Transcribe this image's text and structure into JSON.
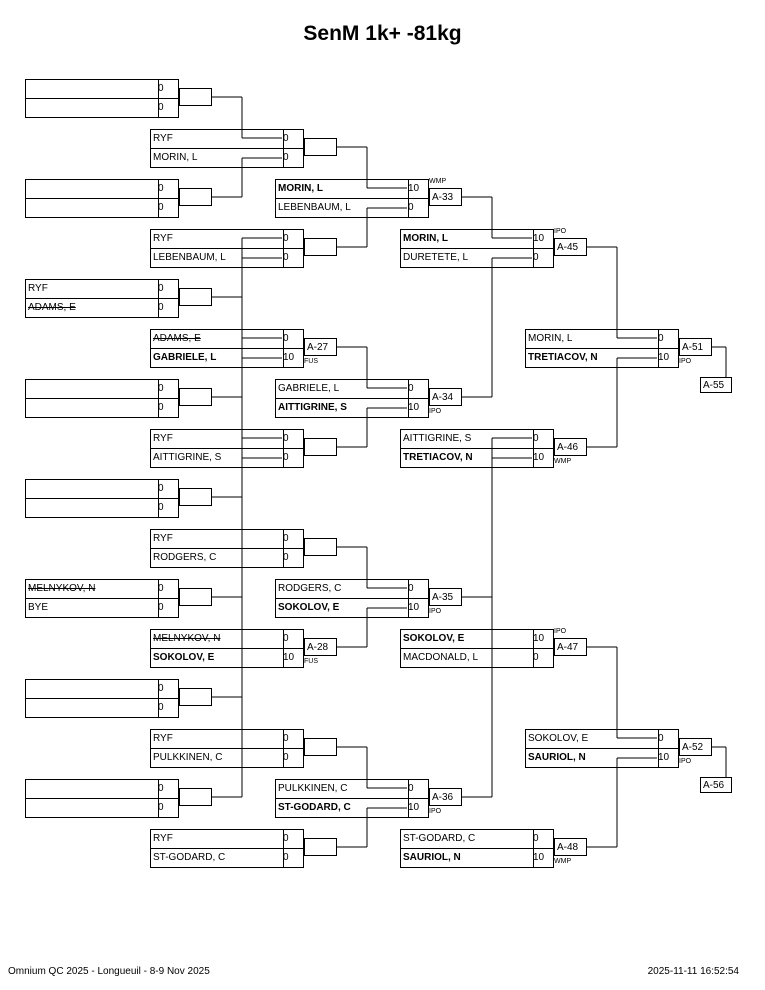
{
  "title": "SenM 1k+ -81kg",
  "footer": {
    "event": "Omnium QC 2025 - Longueuil - 8-9 Nov 2025",
    "timestamp": "2025-11-11 16:52:54"
  },
  "rounds": [
    [
      {
        "top": {
          "name": "",
          "score": "0"
        },
        "bottom": {
          "name": "",
          "score": "0"
        }
      },
      {
        "top": {
          "name": "",
          "score": "0"
        },
        "bottom": {
          "name": "",
          "score": "0"
        }
      },
      {
        "top": {
          "name": "RYF",
          "score": "0"
        },
        "bottom": {
          "name": "ADAMS, E",
          "score": "0",
          "struck": true
        }
      },
      {
        "top": {
          "name": "",
          "score": "0"
        },
        "bottom": {
          "name": "",
          "score": "0"
        }
      },
      {
        "top": {
          "name": "",
          "score": "0"
        },
        "bottom": {
          "name": "",
          "score": "0"
        }
      },
      {
        "top": {
          "name": "MELNYKOV, N",
          "score": "0",
          "struck": true
        },
        "bottom": {
          "name": "BYE",
          "score": "0"
        }
      },
      {
        "top": {
          "name": "",
          "score": "0"
        },
        "bottom": {
          "name": "",
          "score": "0"
        }
      },
      {
        "top": {
          "name": "",
          "score": "0"
        },
        "bottom": {
          "name": "",
          "score": "0"
        }
      }
    ],
    [
      {
        "top": {
          "name": "RYF",
          "score": "0"
        },
        "bottom": {
          "name": "MORIN, L",
          "score": "0"
        }
      },
      {
        "top": {
          "name": "RYF",
          "score": "0"
        },
        "bottom": {
          "name": "LEBENBAUM, L",
          "score": "0"
        }
      },
      {
        "top": {
          "name": "ADAMS, E",
          "score": "0",
          "struck": true
        },
        "bottom": {
          "name": "GABRIELE, L",
          "score": "10",
          "winner": true
        },
        "id": "A-27",
        "vtype": "FUS",
        "vpos": "dn"
      },
      {
        "top": {
          "name": "RYF",
          "score": "0"
        },
        "bottom": {
          "name": "AITTIGRINE, S",
          "score": "0"
        }
      },
      {
        "top": {
          "name": "RYF",
          "score": "0"
        },
        "bottom": {
          "name": "RODGERS, C",
          "score": "0"
        }
      },
      {
        "top": {
          "name": "MELNYKOV, N",
          "score": "0",
          "struck": true
        },
        "bottom": {
          "name": "SOKOLOV, E",
          "score": "10",
          "winner": true
        },
        "id": "A-28",
        "vtype": "FUS",
        "vpos": "dn"
      },
      {
        "top": {
          "name": "RYF",
          "score": "0"
        },
        "bottom": {
          "name": "PULKKINEN, C",
          "score": "0"
        }
      },
      {
        "top": {
          "name": "RYF",
          "score": "0"
        },
        "bottom": {
          "name": "ST-GODARD, C",
          "score": "0"
        }
      }
    ],
    [
      {
        "top": {
          "name": "MORIN, L",
          "score": "10",
          "winner": true
        },
        "bottom": {
          "name": "LEBENBAUM, L",
          "score": "0"
        },
        "id": "A-33",
        "vtype": "WMP",
        "vpos": "up"
      },
      {
        "top": {
          "name": "GABRIELE, L",
          "score": "0"
        },
        "bottom": {
          "name": "AITTIGRINE, S",
          "score": "10",
          "winner": true
        },
        "id": "A-34",
        "vtype": "IPO",
        "vpos": "dn"
      },
      {
        "top": {
          "name": "RODGERS, C",
          "score": "0"
        },
        "bottom": {
          "name": "SOKOLOV, E",
          "score": "10",
          "winner": true
        },
        "id": "A-35",
        "vtype": "IPO",
        "vpos": "dn"
      },
      {
        "top": {
          "name": "PULKKINEN, C",
          "score": "0"
        },
        "bottom": {
          "name": "ST-GODARD, C",
          "score": "10",
          "winner": true
        },
        "id": "A-36",
        "vtype": "IPO",
        "vpos": "dn"
      }
    ],
    [
      {
        "top": {
          "name": "MORIN, L",
          "score": "10",
          "winner": true
        },
        "bottom": {
          "name": "DURETETE, L",
          "score": "0"
        },
        "id": "A-45",
        "vtype": "IPO",
        "vpos": "up"
      },
      {
        "top": {
          "name": "AITTIGRINE, S",
          "score": "0"
        },
        "bottom": {
          "name": "TRETIACOV, N",
          "score": "10",
          "winner": true
        },
        "id": "A-46",
        "vtype": "WMP",
        "vpos": "dn"
      },
      {
        "top": {
          "name": "SOKOLOV, E",
          "score": "10",
          "winner": true
        },
        "bottom": {
          "name": "MACDONALD, L",
          "score": "0"
        },
        "id": "A-47",
        "vtype": "IPO",
        "vpos": "up"
      },
      {
        "top": {
          "name": "ST-GODARD, C",
          "score": "0"
        },
        "bottom": {
          "name": "SAURIOL, N",
          "score": "10",
          "winner": true
        },
        "id": "A-48",
        "vtype": "WMP",
        "vpos": "dn"
      }
    ],
    [
      {
        "top": {
          "name": "MORIN, L",
          "score": "0"
        },
        "bottom": {
          "name": "TRETIACOV, N",
          "score": "10",
          "winner": true
        },
        "id": "A-51",
        "vtype": "IPO",
        "vpos": "dn"
      },
      {
        "top": {
          "name": "SOKOLOV, E",
          "score": "0"
        },
        "bottom": {
          "name": "SAURIOL, N",
          "score": "10",
          "winner": true
        },
        "id": "A-52",
        "vtype": "IPO",
        "vpos": "dn"
      }
    ]
  ],
  "next": [
    "A-55",
    "A-56"
  ]
}
